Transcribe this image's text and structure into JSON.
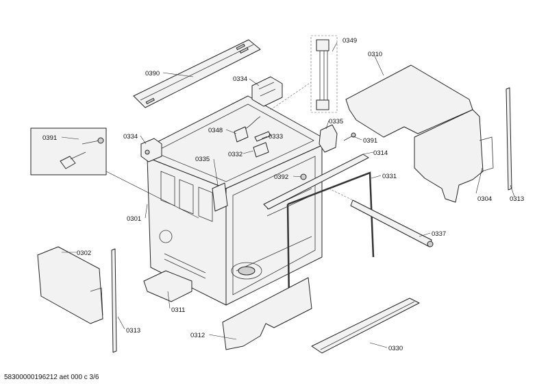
{
  "parts": [
    {
      "id": "p0390",
      "label": "0390"
    },
    {
      "id": "p0349",
      "label": "0349"
    },
    {
      "id": "p0310",
      "label": "0310"
    },
    {
      "id": "p0334a",
      "label": "0334"
    },
    {
      "id": "p0348",
      "label": "0348"
    },
    {
      "id": "p0333",
      "label": "0333"
    },
    {
      "id": "p0335a",
      "label": "0335"
    },
    {
      "id": "p0391a",
      "label": "0391"
    },
    {
      "id": "p0391b",
      "label": "0391"
    },
    {
      "id": "p0334b",
      "label": "0334"
    },
    {
      "id": "p0332",
      "label": "0332"
    },
    {
      "id": "p0314",
      "label": "0314"
    },
    {
      "id": "p0335b",
      "label": "0335"
    },
    {
      "id": "p0392",
      "label": "0392"
    },
    {
      "id": "p0331",
      "label": "0331"
    },
    {
      "id": "p0304",
      "label": "0304"
    },
    {
      "id": "p0313a",
      "label": "0313"
    },
    {
      "id": "p0301",
      "label": "0301"
    },
    {
      "id": "p0337",
      "label": "0337"
    },
    {
      "id": "p0302",
      "label": "0302"
    },
    {
      "id": "p0311",
      "label": "0311"
    },
    {
      "id": "p0313b",
      "label": "0313"
    },
    {
      "id": "p0312",
      "label": "0312"
    },
    {
      "id": "p0330",
      "label": "0330"
    }
  ],
  "footer": "58300000196212 aet 000 c 3/6"
}
